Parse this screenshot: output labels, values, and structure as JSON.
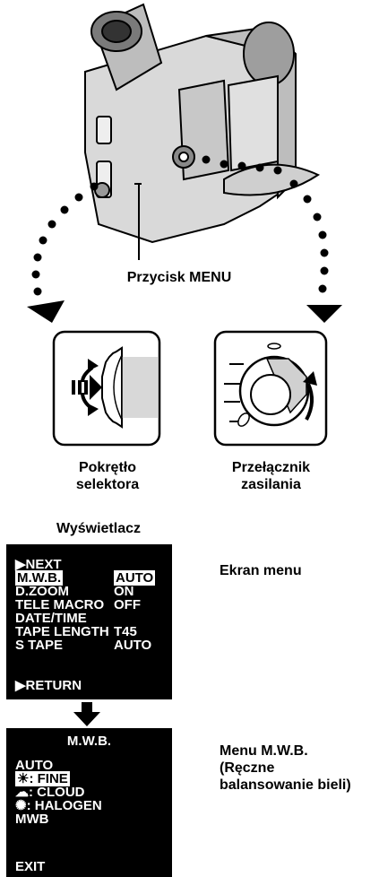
{
  "labels": {
    "menu_button": "Przycisk MENU",
    "selector_dial": [
      "Pokrętło",
      "selektora"
    ],
    "power_switch": [
      "Przełącznik",
      "zasilania"
    ],
    "display": "Wyświetlacz"
  },
  "menu_screen": {
    "caption": "Ekran menu",
    "rows": [
      {
        "label": "▶NEXT",
        "value": ""
      },
      {
        "label": "M.W.B.",
        "value": "AUTO"
      },
      {
        "label": "D.ZOOM",
        "value": "ON"
      },
      {
        "label": "TELE MACRO",
        "value": "OFF"
      },
      {
        "label": "DATE/TIME",
        "value": ""
      },
      {
        "label": "TAPE LENGTH",
        "value": "T45"
      },
      {
        "label": "S TAPE",
        "value": "AUTO"
      }
    ],
    "footer": "▶RETURN"
  },
  "mwb_screen": {
    "caption": [
      "Menu M.W.B.",
      "(Ręczne",
      "balansowanie bieli)"
    ],
    "title": "M.W.B.",
    "items": [
      "AUTO",
      "FINE",
      "CLOUD",
      "HALOGEN",
      "MWB"
    ],
    "icons": [
      "sun-icon",
      "cloud-icon",
      "halogen-icon"
    ],
    "footer": "EXIT"
  }
}
